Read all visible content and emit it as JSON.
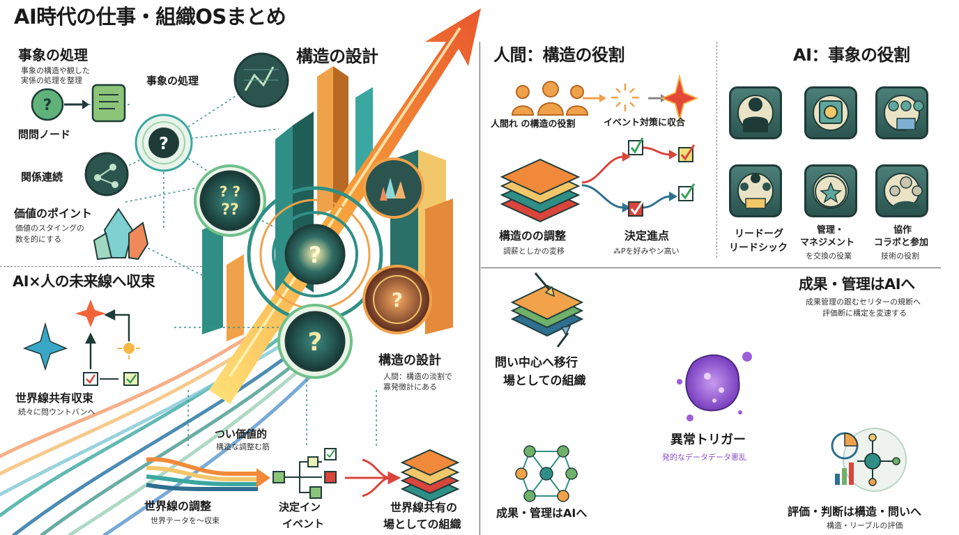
{
  "title": "AI時代の仕事・組織OSまとめ",
  "left": {
    "event_heading": "事象の処理",
    "event_desc_1": "事象の構造や観した",
    "event_desc_2": "実係の処理を整理",
    "event_node_label": "事象の処理",
    "structure_heading": "構造の設計",
    "question_node": "問問ノード",
    "relation": "関係連続",
    "value_heading": "価値のポイント",
    "value_desc_1": "価値のスタイングの",
    "value_desc_2": "数を的にする",
    "converge_heading": "AI×人の未来線へ収束",
    "world_shared_heading": "世界線共有収束",
    "world_shared_desc": "続々に問ウントバンへ",
    "structure_design2": "構造の設計",
    "structure_design2_desc_1": "人間：構造の淡割で",
    "structure_design2_desc_2": "寡発徴計にある",
    "value_target": "つい価値的",
    "value_target_desc": "構造な調整む筋",
    "world_adjust": "世界線の調整",
    "world_adjust_desc": "世界テータを〜収束",
    "decision_in_1": "決定イン",
    "decision_in_2": "イベント",
    "world_org_1": "世界線共有の",
    "world_org_2": "場としての組織"
  },
  "human": {
    "heading": "人間：構造の役割",
    "role_label": "人間れ の構造の役割",
    "event_label": "イベント対策に収合",
    "adjust": "構造のの調整",
    "adjust_desc": "調薪としかの変移",
    "decision": "決定進点",
    "decision_desc": "⁂Pを好みやン高い"
  },
  "ai": {
    "heading": "AI：事象の役割",
    "tiles": [
      {
        "name": "businessman-icon"
      },
      {
        "name": "gear-chip-icon"
      },
      {
        "name": "team-laptop-icon"
      },
      {
        "name": "leader-podium-icon"
      },
      {
        "name": "exchange-star-icon"
      },
      {
        "name": "collaboration-group-icon"
      }
    ],
    "leader_1": "リードーグ",
    "leader_2": "リードシック",
    "mgmt_1": "管理・",
    "mgmt_2": "マネジメント",
    "mgmt_3": "を交換の役業",
    "collab_1": "協作",
    "collab_2": "コラボと参加",
    "collab_3": "技術の役割"
  },
  "bottom_right": {
    "outcome_heading": "成果・管理はAIへ",
    "outcome_desc_1": "成果管理の跟むセリターの規断へ",
    "outcome_desc_2": "評価断に構定を変速する",
    "question_center_1": "問い中心へ移行",
    "question_center_2": "場としての組織",
    "anomaly": "異常トリガー",
    "anomaly_desc": "発的なデータデータ悪乱",
    "outcome_label": "成果・管理はAIへ",
    "evaluation": "評価・判断は構造・問いへ",
    "evaluation_desc": "構造・リーブルの評価"
  },
  "colors": {
    "teal": "#2f8f86",
    "dark_teal": "#1f3b38",
    "orange": "#f08a3a",
    "red": "#d9453b",
    "yellow": "#f5c542",
    "purple": "#8b4fc7",
    "green_check": "#3aa05a"
  }
}
